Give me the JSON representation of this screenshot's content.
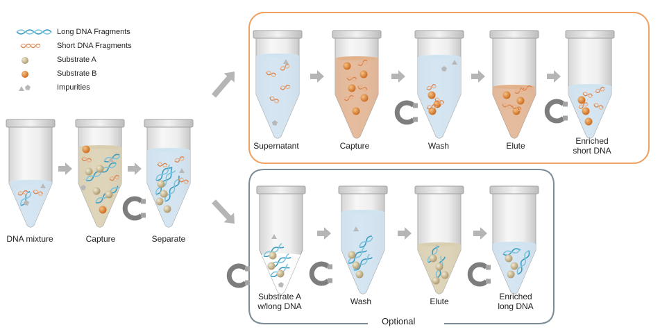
{
  "legend": [
    {
      "key": "long",
      "label": "Long DNA Fragments",
      "icon": "long-dna-icon"
    },
    {
      "key": "short",
      "label": "Short DNA Fragments",
      "icon": "short-dna-icon"
    },
    {
      "key": "subA",
      "label": "Substrate A",
      "icon": "substrate-a-icon"
    },
    {
      "key": "subB",
      "label": "Substrate B",
      "icon": "substrate-b-icon"
    },
    {
      "key": "imp",
      "label": "Impurities",
      "icon": "impurities-icon"
    }
  ],
  "steps": {
    "left": [
      "DNA mixture",
      "Capture",
      "Separate"
    ],
    "top": [
      "Supernatant",
      "Capture",
      "Wash",
      "Elute",
      "Enriched\nshort DNA"
    ],
    "bottom": [
      "Substrate A\nw/long DNA",
      "Wash",
      "Elute",
      "Enriched\nlong DNA"
    ]
  },
  "optional_label": "Optional",
  "colors": {
    "top_frame": "#f0a060",
    "bottom_frame": "#7a8c96",
    "long_dna": "#3a9cc0",
    "short_dna": "#d9824a",
    "substrate_a": "#c9b98a",
    "substrate_b": "#e08a2c",
    "impurities": "#b8b8b8",
    "arrow": "#b5b5b5"
  }
}
